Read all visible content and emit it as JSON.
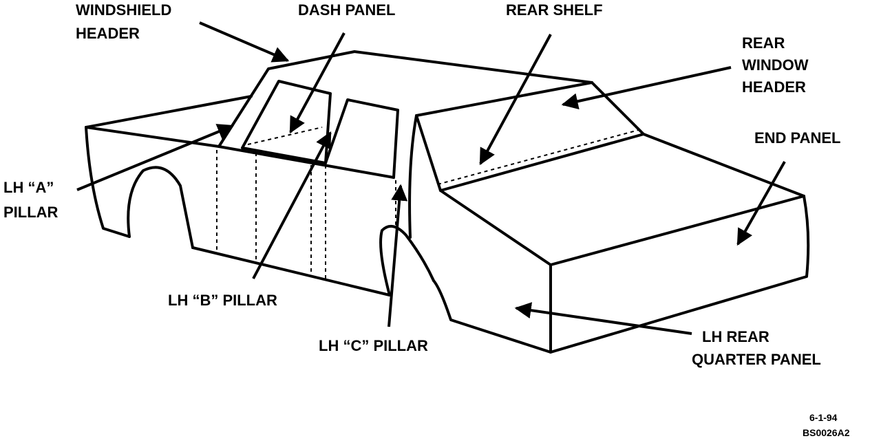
{
  "diagram": {
    "labels": {
      "windshield_header": [
        "WINDSHIELD",
        "HEADER"
      ],
      "dash_panel": [
        "DASH PANEL"
      ],
      "rear_shelf": [
        "REAR SHELF"
      ],
      "rear_window_header": [
        "REAR",
        "WINDOW",
        "HEADER"
      ],
      "end_panel": [
        "END PANEL"
      ],
      "lh_a_pillar": [
        "LH “A”",
        "PILLAR"
      ],
      "lh_b_pillar": [
        "LH “B” PILLAR"
      ],
      "lh_c_pillar": [
        "LH “C” PILLAR"
      ],
      "lh_rear_quarter_panel": [
        "LH REAR",
        "QUARTER PANEL"
      ]
    },
    "footer": {
      "date": "6-1-94",
      "figure_id": "BS0026A2"
    }
  }
}
